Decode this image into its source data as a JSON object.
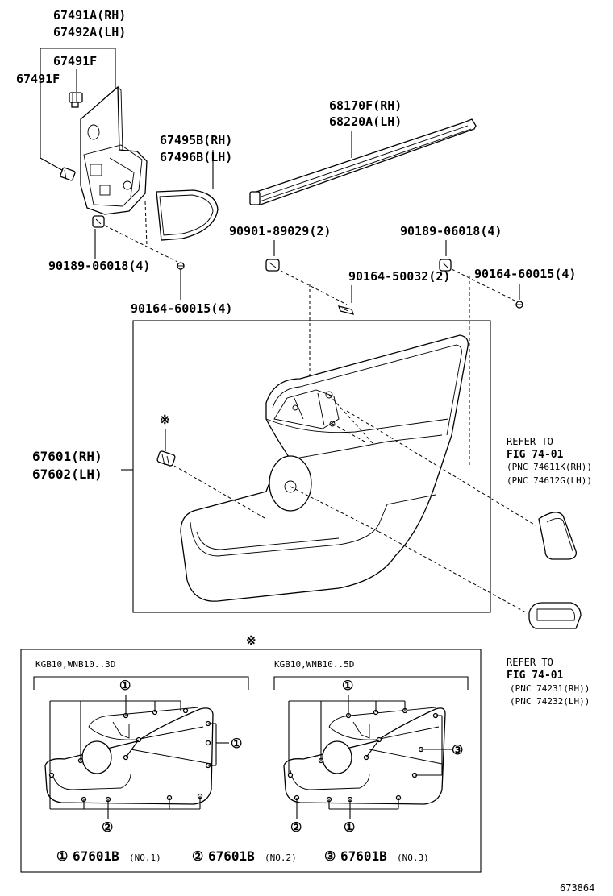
{
  "labels": {
    "p67491a": "67491A(RH)",
    "p67492a": "67492A(LH)",
    "p67491f_a": "67491F",
    "p67491f_b": "67491F",
    "p67495b": "67495B(RH)",
    "p67496b": "67496B(LH)",
    "p68170f": "68170F(RH)",
    "p68220a": "68220A(LH)",
    "p90189_left": "90189-06018(4)",
    "p90164_left": "90164-60015(4)",
    "p90901": "90901-89029(2)",
    "p90164_mid": "90164-50032(2)",
    "p90189_right": "90189-06018(4)",
    "p90164_right": "90164-60015(4)",
    "p67601": "67601(RH)",
    "p67602": "67602(LH)",
    "asterisk_top": "※",
    "asterisk_mid": "※",
    "diagram_id": "673864"
  },
  "refs": {
    "ref1_line1": "REFER TO",
    "ref1_line2": "FIG 74-01",
    "ref1_line3": "(PNC 74611K(RH))",
    "ref1_line4": "(PNC 74612G(LH))",
    "ref2_line1": "REFER TO",
    "ref2_line2": "FIG 74-01",
    "ref2_line3": "(PNC 74231(RH))",
    "ref2_line4": "(PNC 74232(LH))"
  },
  "inset": {
    "left_title": "KGB10,WNB10..3D",
    "right_title": "KGB10,WNB10..5D",
    "callout_1": "①",
    "callout_2": "②",
    "callout_3": "③",
    "legend": [
      {
        "mark": "①",
        "part": "67601B",
        "note": "(NO.1)"
      },
      {
        "mark": "②",
        "part": "67601B",
        "note": "(NO.2)"
      },
      {
        "mark": "③",
        "part": "67601B",
        "note": "(NO.3)"
      }
    ]
  }
}
